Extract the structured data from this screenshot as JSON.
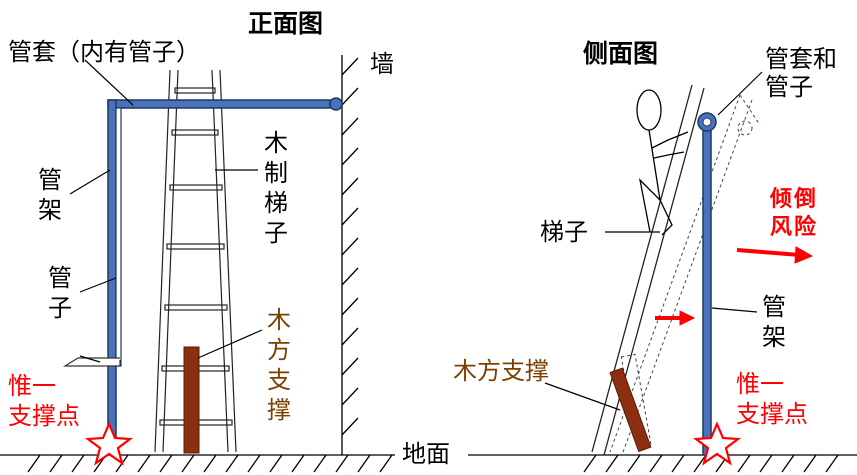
{
  "front_view": {
    "title": "正面图",
    "sleeve_label": "管套（内有管子）",
    "frame_label": "管架",
    "pipe_label": "管子",
    "ladder_label": "木制梯子",
    "wood_support_label": "木方支撑",
    "wall_label": "墙",
    "only_support_label_1": "惟一",
    "only_support_label_2": "支撑点"
  },
  "side_view": {
    "title": "侧面图",
    "sleeve_pipe_label_1": "管套和",
    "sleeve_pipe_label_2": "管子",
    "ladder_label": "梯子",
    "wood_support_label": "木方支撑",
    "tip_risk_label_1": "倾倒",
    "tip_risk_label_2": "风险",
    "frame_label": "管架",
    "only_support_label_1": "惟一",
    "only_support_label_2": "支撑点"
  },
  "ground_label": "地面",
  "colors": {
    "pipe": "#4a72b8",
    "pipe_outline": "#1f3864",
    "wood": "#8b2e12",
    "alert": "#ff0000",
    "brown_text": "#7b3f00"
  }
}
